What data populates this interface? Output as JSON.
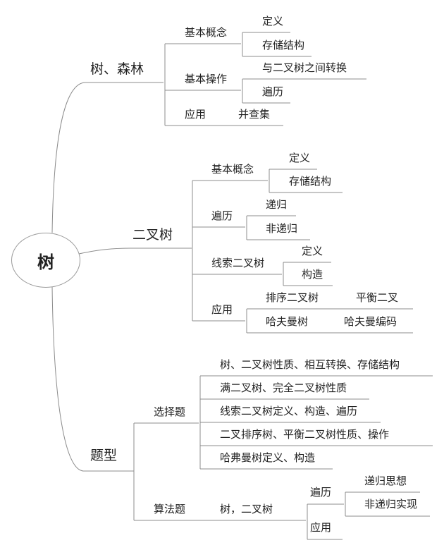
{
  "root": "树",
  "trees_forest": {
    "label": "树、森林",
    "concepts": {
      "label": "基本概念",
      "definition": "定义",
      "storage": "存储结构"
    },
    "operations": {
      "label": "基本操作",
      "convert": "与二叉树之间转换",
      "traverse": "遍历"
    },
    "application": {
      "label": "应用",
      "union_find": "并查集"
    }
  },
  "binary_tree": {
    "label": "二叉树",
    "concepts": {
      "label": "基本概念",
      "definition": "定义",
      "storage": "存储结构"
    },
    "traversal": {
      "label": "遍历",
      "recursive": "递归",
      "nonrecursive": "非递归"
    },
    "threaded": {
      "label": "线索二叉树",
      "definition": "定义",
      "construct": "构造"
    },
    "application": {
      "label": "应用",
      "bst": "排序二叉树",
      "balanced": "平衡二叉",
      "huffman": "哈夫曼树",
      "huffman_code": "哈夫曼编码"
    }
  },
  "problems": {
    "label": "题型",
    "choice": {
      "label": "选择题",
      "items": [
        "树、二叉树性质、相互转换、存储结构",
        "满二叉树、完全二叉树性质",
        "线索二叉树定义、构造、遍历",
        "二叉排序树、平衡二叉树性质、操作",
        "哈弗曼树定义、构造"
      ]
    },
    "algorithm": {
      "label": "算法题",
      "topic": "树，二叉树",
      "traverse": {
        "label": "遍历",
        "recursive_idea": "递归思想",
        "nonrecursive_impl": "非递归实现"
      },
      "application": "应用"
    }
  }
}
